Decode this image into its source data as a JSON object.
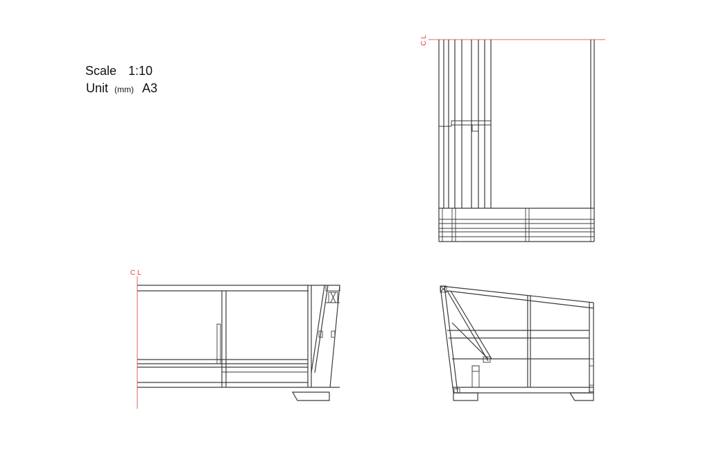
{
  "scale": {
    "label": "Scale",
    "value": "1:10"
  },
  "unit": {
    "label": "Unit",
    "unit": "(mm)",
    "paper": "A3"
  },
  "centerline_label": "C L",
  "colors": {
    "line": "#3a3a3a",
    "centerline": "#e53935",
    "background": "#ffffff"
  }
}
